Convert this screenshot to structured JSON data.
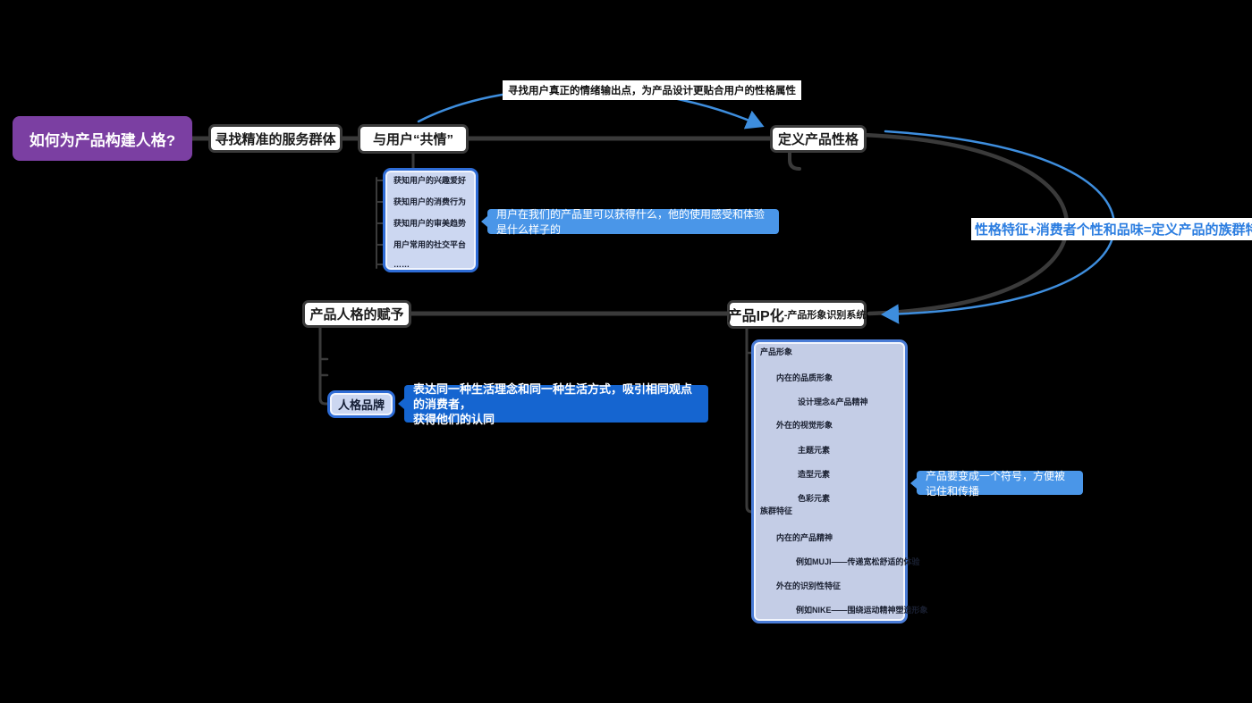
{
  "root": {
    "label": "如何为产品构建人格?"
  },
  "nodes": {
    "find_group": "寻找精准的服务群体",
    "empathy": "与用户“共情”",
    "define_personality": "定义产品性格",
    "endow_personality": "产品人格的赋予",
    "product_ip": "产品IP化",
    "product_ip_suffix": "-产品形象识别系统",
    "persona_brand": "人格品牌"
  },
  "labels": {
    "top_arc": "寻找用户真正的情绪输出点，为产品设计更贴合用户的性格属性",
    "formula": "性格特征+消费者个性和品味=定义产品的族群特征"
  },
  "callouts": {
    "experience": "用户在我们的产品里可以获得什么，他的使用感受和体验是什么样子的",
    "lifestyle_line1": "表达同一种生活理念和同一种生活方式，吸引相同观点的消费者，",
    "lifestyle_line2": "获得他们的认同",
    "symbol": "产品要变成一个符号，方便被记住和传播"
  },
  "empathy_list": {
    "items": [
      "获知用户的兴趣爱好",
      "获知用户的消费行为",
      "获知用户的审美趋势",
      "用户常用的社交平台",
      "……"
    ]
  },
  "ip_tree": {
    "items": [
      "产品形象",
      "内在的品质形象",
      "设计理念&产品精神",
      "外在的视觉形象",
      "主题元素",
      "造型元素",
      "色彩元素",
      "族群特征",
      "内在的产品精神",
      "例如MUJI——传递宽松舒适的体验",
      "外在的识别性特征",
      "例如NIKE——围绕运动精神塑造形象"
    ]
  },
  "colors": {
    "background": "#000000",
    "root_purple": "#7b3fa2",
    "branch_gray": "#3a3a3a",
    "arrow_blue": "#3e8ede",
    "callout_blue": "#4a96e8",
    "callout_dark_blue": "#1565d0",
    "panel_blue_fill": "#ccd7f1",
    "panel_blue_border": "#2e6cd6"
  }
}
